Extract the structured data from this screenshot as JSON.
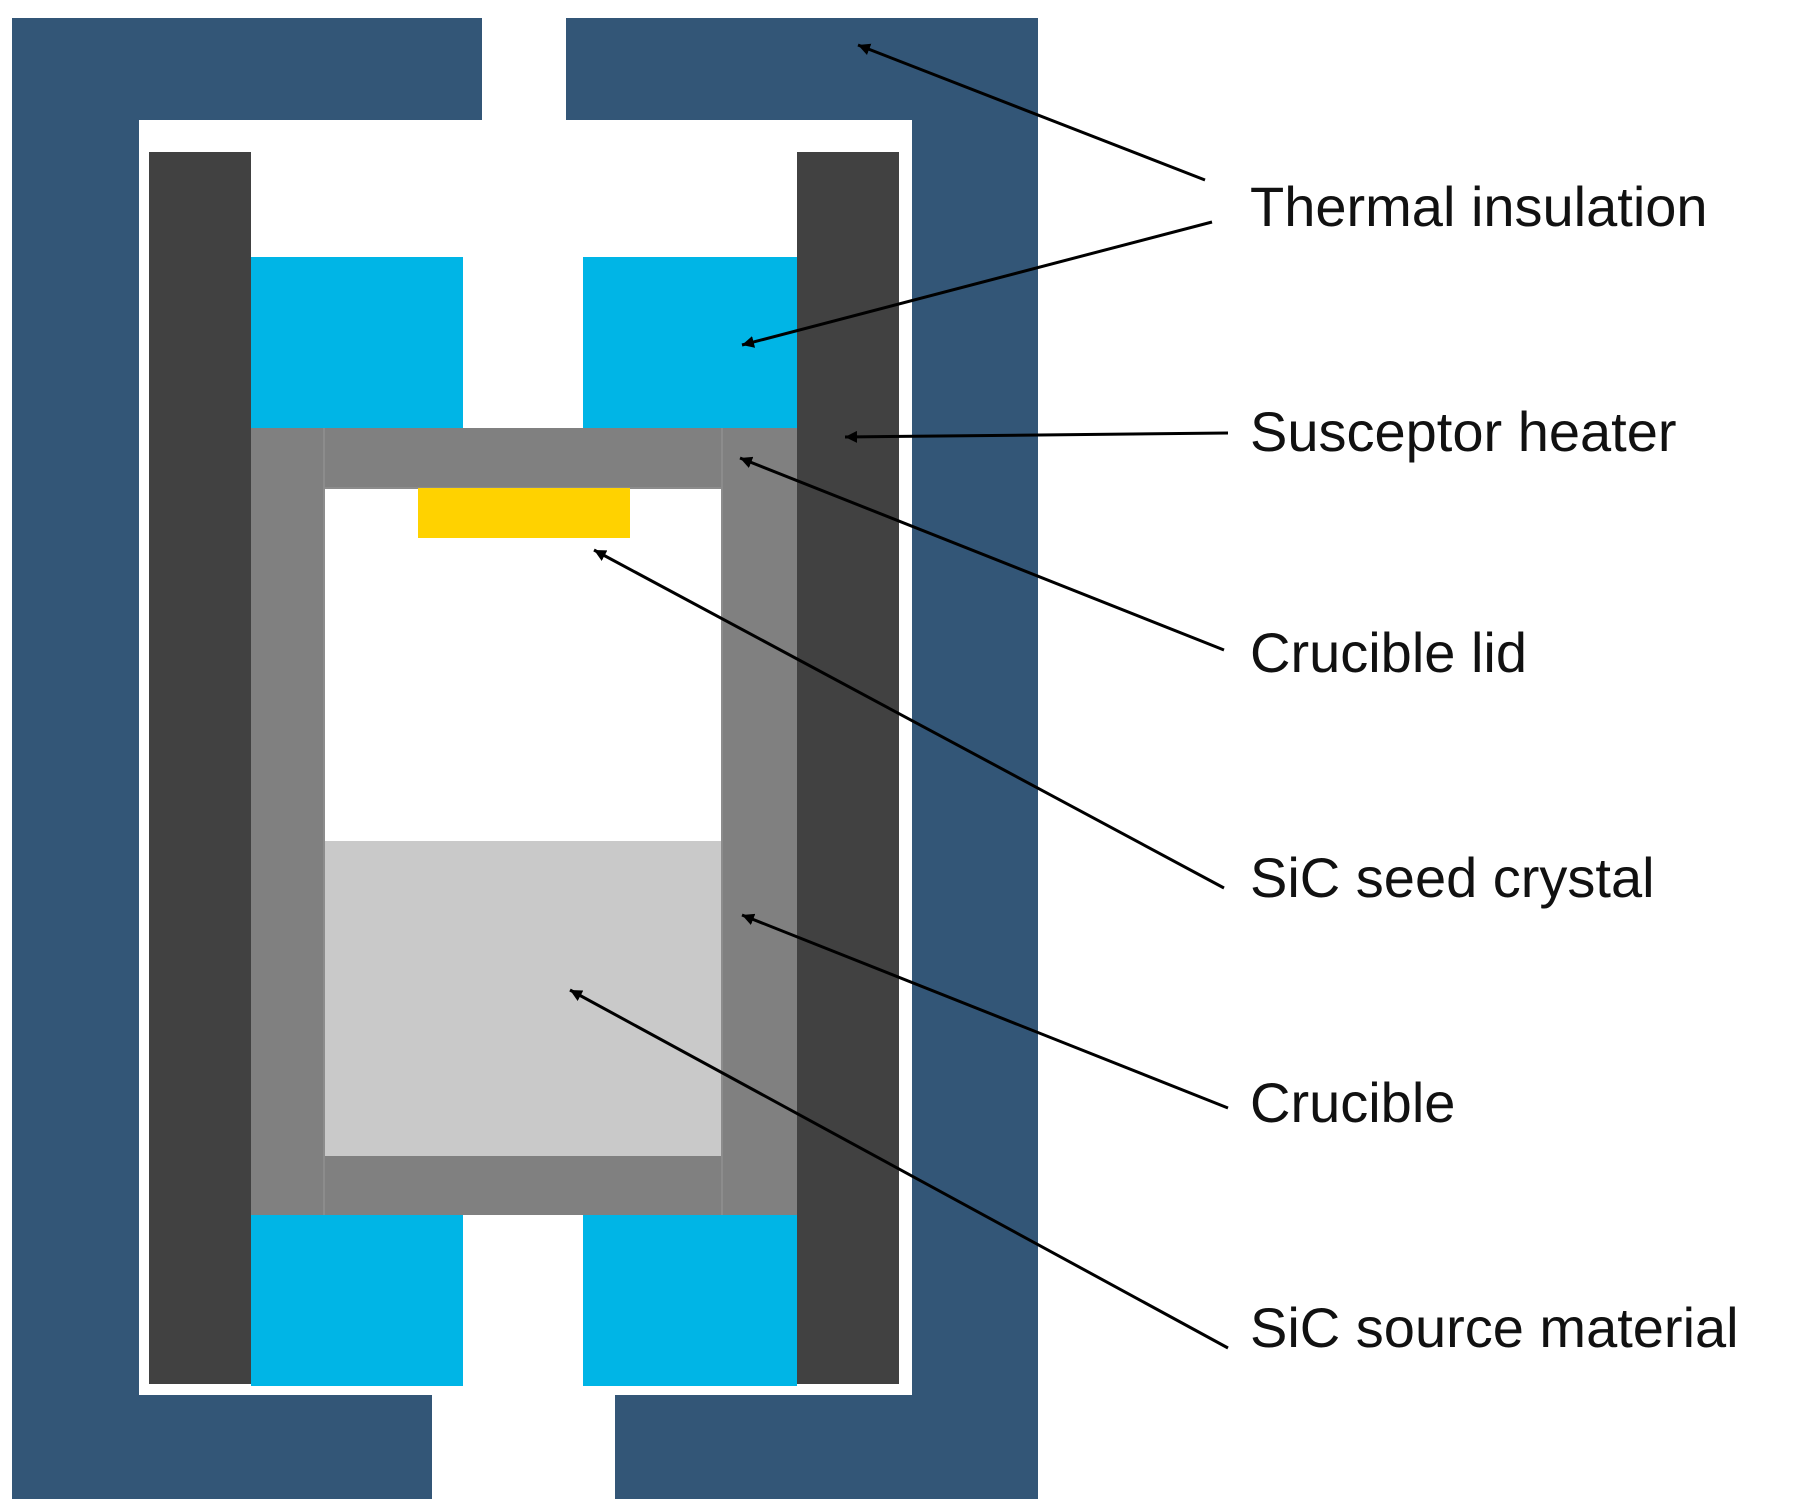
{
  "labels": {
    "thermal_insulation": "Thermal insulation",
    "susceptor_heater": "Susceptor heater",
    "crucible_lid": "Crucible lid",
    "seed_crystal": "SiC seed crystal",
    "crucible": "Crucible",
    "source_material": "SiC source material"
  },
  "colors": {
    "thermal_insulation_outer": "#335677",
    "thermal_insulation_inner": "#00B5E6",
    "susceptor_heater": "#414141",
    "crucible": "#808080",
    "seed_crystal": "#FFD200",
    "source_material": "#C9C9C9",
    "leader_line": "#000000"
  }
}
